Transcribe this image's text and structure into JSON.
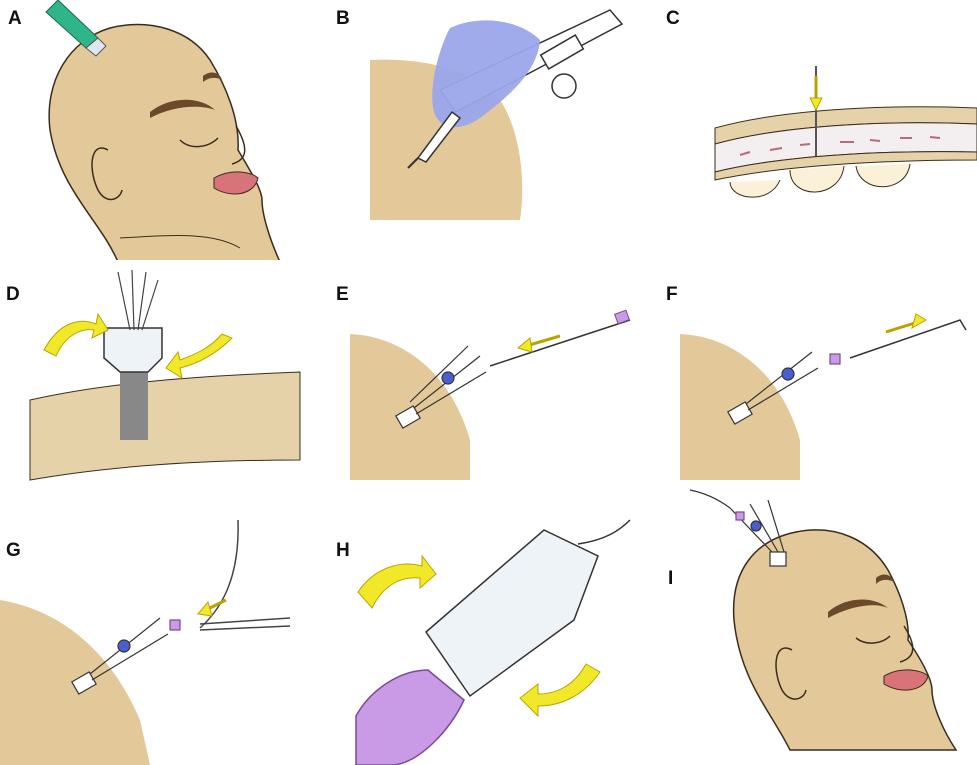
{
  "figure": {
    "panels": [
      {
        "label": "A",
        "step": "scalp-incision"
      },
      {
        "label": "B",
        "step": "hand-drill-burr-hole"
      },
      {
        "label": "C",
        "step": "needle-through-dura"
      },
      {
        "label": "D",
        "step": "screw-bolt-insertion"
      },
      {
        "label": "E",
        "step": "insert-probe"
      },
      {
        "label": "F",
        "step": "withdraw-stylet"
      },
      {
        "label": "G",
        "step": "insert-catheter"
      },
      {
        "label": "H",
        "step": "tighten-compression-cap"
      },
      {
        "label": "I",
        "step": "bolt-in-place"
      }
    ]
  },
  "colors": {
    "skin": "#e3c99a",
    "skin_outline": "#3a2c1c",
    "brow": "#6a4a2a",
    "lips": "#d9737a",
    "scalpel_handle": "#2fb58a",
    "glove": "#9aa6ea",
    "arrow": "#f2e82a",
    "arrow_outline": "#b8a400",
    "cap": "#c99be6",
    "cap_outline": "#7a4a9a",
    "bone": "#e6d2a8",
    "marrow": "#f3eef0",
    "marrow_spots": "#b86a7a",
    "brain": "#faf1d8",
    "metal": "#eef3f8",
    "blue_band": "#4a5ed0"
  }
}
